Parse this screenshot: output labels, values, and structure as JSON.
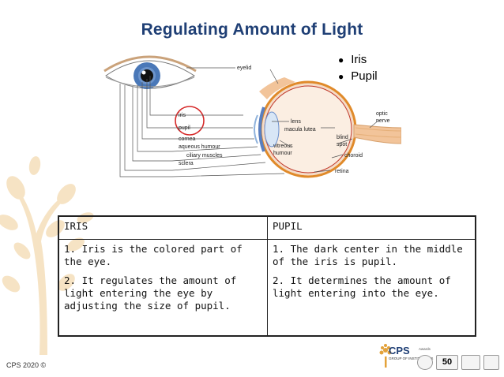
{
  "title": "Regulating Amount of Light",
  "bullets": [
    "Iris",
    "Pupil"
  ],
  "diagram": {
    "labels": {
      "eyelid": "eyelid",
      "iris": "iris",
      "pupil": "pupil",
      "cornea": "cornea",
      "aqueous": "aqueous humour",
      "ciliary": "ciliary muscles",
      "sclera": "sclera",
      "lens": "lens",
      "macula": "macula lutea",
      "blind1": "blind",
      "blind2": "spot",
      "vitreous1": "vitreous",
      "vitreous2": "humour",
      "optic1": "optic",
      "optic2": "nerve",
      "choroid": "choroid",
      "retina": "retina"
    },
    "colors": {
      "highlight_circle": "#d62828",
      "iris": "#4a78b8",
      "sclera_outer": "#e08a2a"
    }
  },
  "table": {
    "headers": [
      "IRIS",
      "PUPIL"
    ],
    "iris": [
      "1. Iris is the colored part of the eye.",
      "2. It regulates the amount of light entering the eye by adjusting the size of pupil."
    ],
    "pupil": [
      "1. The dark center in the middle of the iris is pupil.",
      "2. It determines the amount of light entering into the eye."
    ]
  },
  "footer": {
    "copyright": "CPS 2020 ©",
    "brand": "CPS",
    "brand_sub": "GROUP OF INSTITUTIONS",
    "awards_label": "Awards",
    "award_50": "50"
  },
  "colors": {
    "title": "#1f3f75",
    "tree": "#f6e3c4"
  }
}
